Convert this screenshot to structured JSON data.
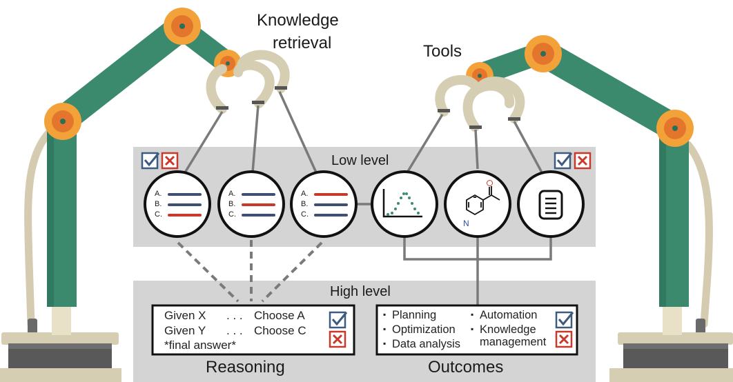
{
  "labels": {
    "knowledge_retrieval_line1": "Knowledge",
    "knowledge_retrieval_line2": "retrieval",
    "tools": "Tools",
    "low_level": "Low level",
    "high_level": "High level",
    "reasoning": "Reasoning",
    "outcomes": "Outcomes"
  },
  "option_letters": [
    "A.",
    "B.",
    "C."
  ],
  "reasoning_box": {
    "row1_left": "Given X",
    "row1_dots": ". . .",
    "row1_right": "Choose A",
    "row2_left": "Given Y",
    "row2_dots": ". . .",
    "row2_right": "Choose C",
    "row3": "*final answer*"
  },
  "outcomes_box": {
    "left": [
      "Planning",
      "Optimization",
      "Data analysis"
    ],
    "right_1": "Automation",
    "right_2a": "Knowledge",
    "right_2b": "management"
  },
  "molecule_atom": "N",
  "colors": {
    "panel_grey": "#d4d4d4",
    "robot_green": "#3b8a6e",
    "robot_green_dark": "#2d6e58",
    "joint_orange": "#f3a23a",
    "joint_orange_inner": "#e4752d",
    "claw_beige": "#d6ceb3",
    "base_dark": "#555555",
    "base_beige": "#cfc7a8",
    "check_blue": "#3d5a80",
    "cross_red": "#c8392b",
    "line_red": "#c8392b",
    "line_blue": "#3d4f73",
    "dot_green": "#3d8a6e",
    "connector_grey": "#7a7a7a"
  },
  "icons": [
    "check-icon",
    "cross-icon",
    "document-icon",
    "distribution-plot-icon",
    "molecule-icon"
  ]
}
